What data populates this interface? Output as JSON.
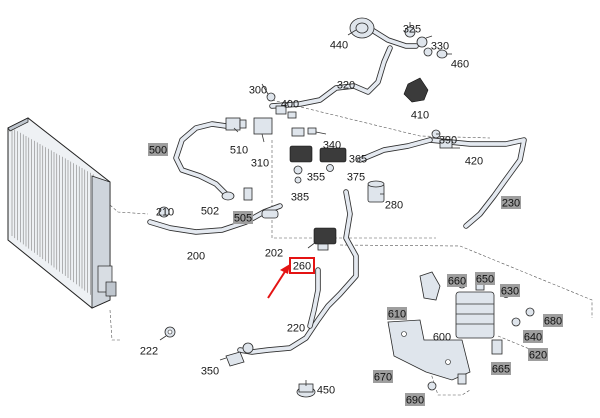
{
  "diagram": {
    "labels": [
      {
        "id": "440",
        "text": "440",
        "boxed": false
      },
      {
        "id": "325",
        "text": "325",
        "boxed": false
      },
      {
        "id": "330",
        "text": "330",
        "boxed": false
      },
      {
        "id": "460",
        "text": "460",
        "boxed": false
      },
      {
        "id": "300",
        "text": "300",
        "boxed": false
      },
      {
        "id": "320",
        "text": "320",
        "boxed": false
      },
      {
        "id": "400",
        "text": "400",
        "boxed": false
      },
      {
        "id": "410",
        "text": "410",
        "boxed": false
      },
      {
        "id": "500",
        "text": "500",
        "boxed": true
      },
      {
        "id": "510",
        "text": "510",
        "boxed": false
      },
      {
        "id": "340",
        "text": "340",
        "boxed": false
      },
      {
        "id": "390",
        "text": "390",
        "boxed": false
      },
      {
        "id": "310",
        "text": "310",
        "boxed": false
      },
      {
        "id": "365",
        "text": "365",
        "boxed": false
      },
      {
        "id": "420",
        "text": "420",
        "boxed": false
      },
      {
        "id": "355",
        "text": "355",
        "boxed": false
      },
      {
        "id": "375",
        "text": "375",
        "boxed": false
      },
      {
        "id": "385",
        "text": "385",
        "boxed": false
      },
      {
        "id": "280",
        "text": "280",
        "boxed": false
      },
      {
        "id": "230",
        "text": "230",
        "boxed": true
      },
      {
        "id": "210",
        "text": "210",
        "boxed": false
      },
      {
        "id": "502",
        "text": "502",
        "boxed": false
      },
      {
        "id": "505",
        "text": "505",
        "boxed": true
      },
      {
        "id": "200",
        "text": "200",
        "boxed": false
      },
      {
        "id": "202",
        "text": "202",
        "boxed": false
      },
      {
        "id": "260",
        "text": "260",
        "boxed": false,
        "highlighted": true
      },
      {
        "id": "660",
        "text": "660",
        "boxed": true
      },
      {
        "id": "650",
        "text": "650",
        "boxed": true
      },
      {
        "id": "630",
        "text": "630",
        "boxed": true
      },
      {
        "id": "610",
        "text": "610",
        "boxed": true
      },
      {
        "id": "680",
        "text": "680",
        "boxed": true
      },
      {
        "id": "600",
        "text": "600",
        "boxed": false
      },
      {
        "id": "640",
        "text": "640",
        "boxed": true
      },
      {
        "id": "220",
        "text": "220",
        "boxed": false
      },
      {
        "id": "222",
        "text": "222",
        "boxed": false
      },
      {
        "id": "620",
        "text": "620",
        "boxed": true
      },
      {
        "id": "665",
        "text": "665",
        "boxed": true
      },
      {
        "id": "350",
        "text": "350",
        "boxed": false
      },
      {
        "id": "670",
        "text": "670",
        "boxed": true
      },
      {
        "id": "450",
        "text": "450",
        "boxed": false
      },
      {
        "id": "690",
        "text": "690",
        "boxed": true
      }
    ],
    "highlight": {
      "label": "260",
      "color": "#e41313"
    },
    "colors": {
      "box_fill": "#9e9e9e",
      "pipe_fill": "#e4e9f0",
      "line": "#333333",
      "accent": "#e41313"
    }
  }
}
